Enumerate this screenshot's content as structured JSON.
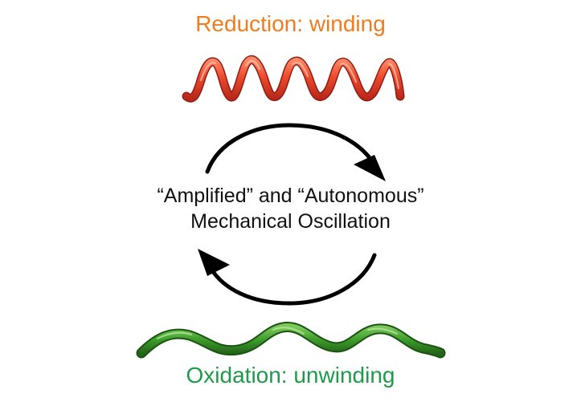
{
  "top_label": "Reduction: winding",
  "bottom_label": "Oxidation: unwinding",
  "center_line1": "“Amplified”  and “Autonomous”",
  "center_line2": "Mechanical Oscillation",
  "colors": {
    "reduction": "#f07c1e",
    "reduced_helix": "#e8452a",
    "oxidation": "#1e9a4a",
    "oxidized_helix": "#3f9e2a",
    "arrows": "#000000"
  }
}
